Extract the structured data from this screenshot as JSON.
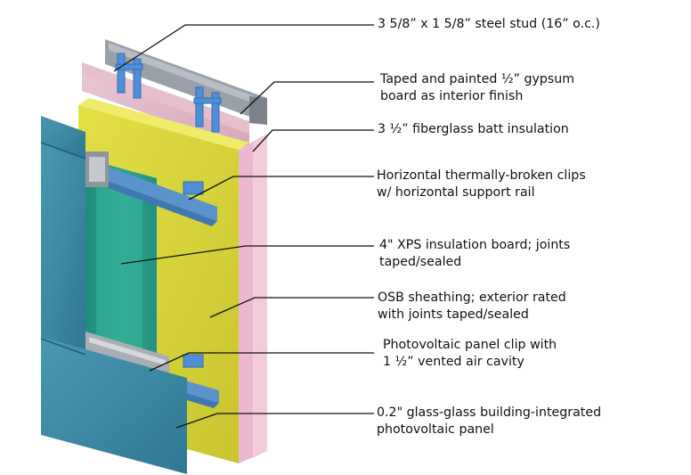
{
  "colors": {
    "stud": "#4f8fd6",
    "gypsum": "#e3b9c9",
    "batt": "#eab4ca",
    "osb": "#d7d63c",
    "xps": "#2a9c86",
    "pv_panel": "#3e8aa5",
    "rail": "#5b93cc",
    "leader": "#111111"
  },
  "labels": [
    {
      "id": "stud",
      "lines": [
        "3 5/8” x 1 5/8” steel stud (16” o.c.)"
      ]
    },
    {
      "id": "gypsum",
      "lines": [
        "Taped and painted ½” gypsum",
        "board as interior finish"
      ]
    },
    {
      "id": "batt",
      "lines": [
        "3 ½” fiberglass batt insulation"
      ]
    },
    {
      "id": "clips",
      "lines": [
        "Horizontal thermally-broken clips",
        "w/ horizontal support rail"
      ]
    },
    {
      "id": "xps",
      "lines": [
        "4\" XPS insulation board; joints",
        "taped/sealed"
      ]
    },
    {
      "id": "osb",
      "lines": [
        "OSB sheathing; exterior rated",
        "with joints taped/sealed"
      ]
    },
    {
      "id": "pvclip",
      "lines": [
        "Photovoltaic panel clip with",
        "1 ½” vented air cavity"
      ]
    },
    {
      "id": "bipv",
      "lines": [
        "0.2\" glass-glass building-integrated",
        "photovoltaic panel"
      ]
    }
  ]
}
